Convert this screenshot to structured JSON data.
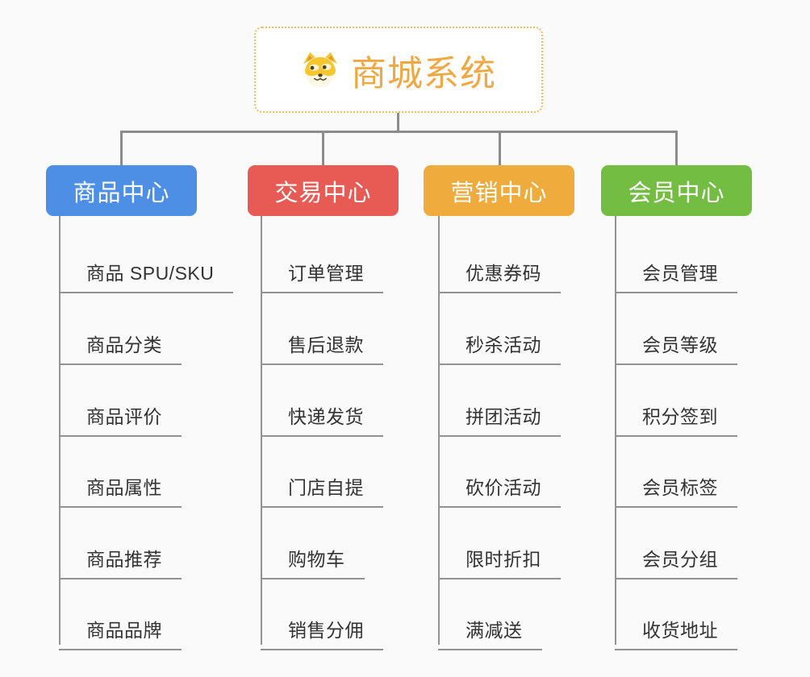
{
  "root": {
    "title": "商城系统",
    "icon": "dog-face-icon"
  },
  "branches": [
    {
      "label": "商品中心",
      "color": "#4D8FE4",
      "items": [
        "商品 SPU/SKU",
        "商品分类",
        "商品评价",
        "商品属性",
        "商品推荐",
        "商品品牌"
      ]
    },
    {
      "label": "交易中心",
      "color": "#E85B55",
      "items": [
        "订单管理",
        "售后退款",
        "快递发货",
        "门店自提",
        "购物车",
        "销售分佣"
      ]
    },
    {
      "label": "营销中心",
      "color": "#EFAC3D",
      "items": [
        "优惠券码",
        "秒杀活动",
        "拼团活动",
        "砍价活动",
        "限时折扣",
        "满减送"
      ]
    },
    {
      "label": "会员中心",
      "color": "#73BE42",
      "items": [
        "会员管理",
        "会员等级",
        "积分签到",
        "会员标签",
        "会员分组",
        "收货地址"
      ]
    }
  ],
  "colors": {
    "background": "#FAFAFA",
    "connector": "#8C8C8C",
    "leaf_underline": "#929292",
    "root_border": "#F4BC55",
    "root_text": "#F0A843",
    "leaf_text": "#333333"
  }
}
